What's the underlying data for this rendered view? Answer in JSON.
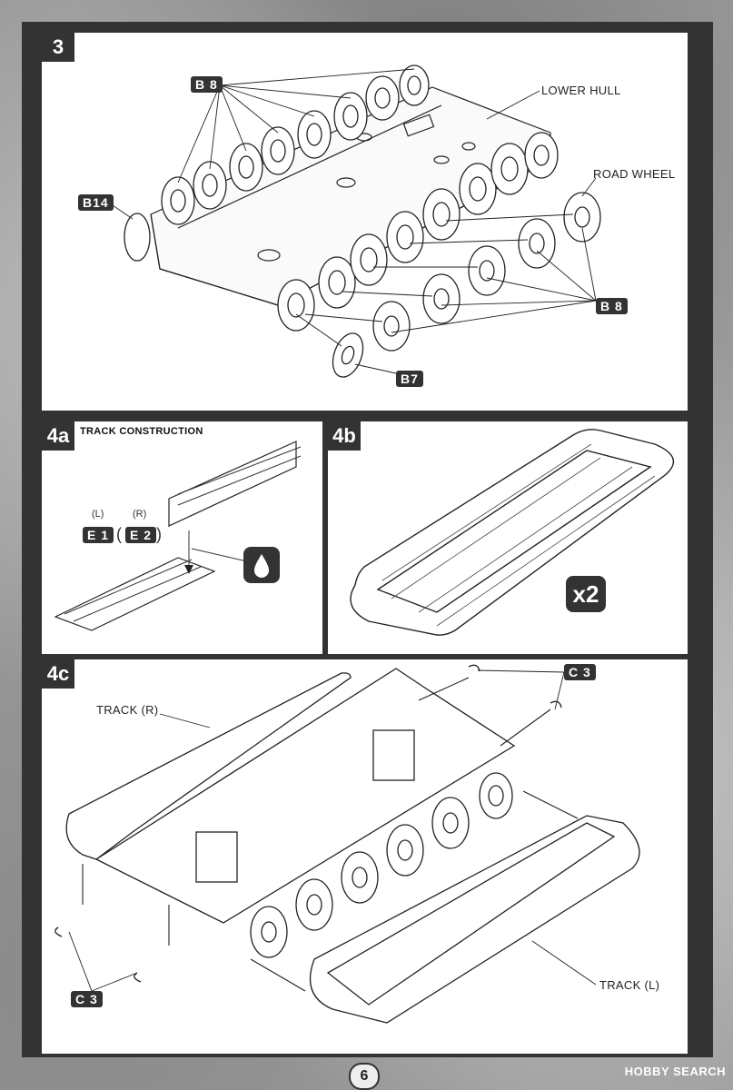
{
  "page_number": "6",
  "watermark": "HOBBY SEARCH",
  "step3": {
    "number": "3",
    "labels": {
      "lower_hull": "LOWER HULL",
      "road_wheel": "ROAD WHEEL"
    },
    "parts": {
      "b8_top": "B 8",
      "b8_bottom": "B 8",
      "b14": "B14",
      "b7": "B7"
    }
  },
  "step4a": {
    "number": "4a",
    "title": "TRACK CONSTRUCTION",
    "left_code": "(L)",
    "right_code": "(R)",
    "part_left": "E 1",
    "part_right": "E 2",
    "paren_open": "(",
    "paren_close": ")"
  },
  "step4b": {
    "number": "4b",
    "multiplier": "x2"
  },
  "step4c": {
    "number": "4c",
    "labels": {
      "track_r": "TRACK (R)",
      "track_l": "TRACK (L)"
    },
    "parts": {
      "c3_top": "C 3",
      "c3_bottom": "C 3"
    }
  }
}
